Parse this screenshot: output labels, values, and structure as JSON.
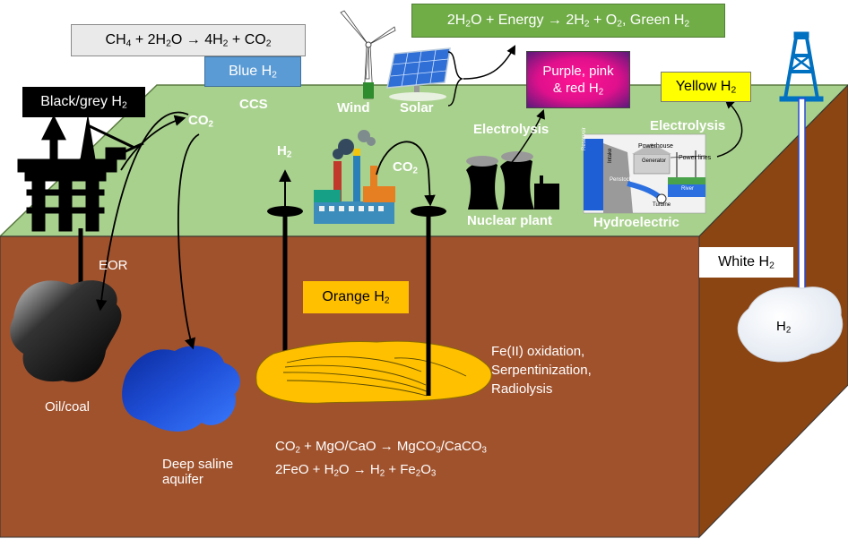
{
  "boxes": {
    "smr": {
      "html": "CH<sub>4</sub> + 2H<sub>2</sub>O → 4H<sub>2</sub> + CO<sub>2</sub>",
      "bg": "#EAEAEA"
    },
    "blue": {
      "html": "Blue H<sub>2</sub>",
      "bg": "#5B9BD5"
    },
    "black": {
      "html": "Black/grey H<sub>2</sub>",
      "bg": "#000000"
    },
    "green": {
      "html": "2H<sub>2</sub>O + Energy → 2H<sub>2</sub> + O<sub>2</sub>, Green H<sub>2</sub>",
      "bg": "#70AD47"
    },
    "purple": {
      "html": "Purple, pink<br>&amp; red H<sub>2</sub>"
    },
    "yellow": {
      "html": "Yellow H<sub>2</sub>",
      "bg": "#FFFF00"
    },
    "white": {
      "html": "White H<sub>2</sub>",
      "bg": "#FFFFFF"
    },
    "orange": {
      "html": "Orange H<sub>2</sub>",
      "bg": "#FFC000"
    }
  },
  "labels": {
    "ccs": "CCS",
    "wind": "Wind",
    "solar": "Solar",
    "co2_top": "CO<sub>2</sub>",
    "h2_well": "H<sub>2</sub>",
    "co2_factory": "CO<sub>2</sub>",
    "electrolysis_1": "Electrolysis",
    "electrolysis_2": "Electrolysis",
    "nuclear": "Nuclear plant",
    "hydro": "Hydroelectric",
    "eor": "EOR",
    "oil_coal": "Oil/coal",
    "aquifer": "Deep saline<br>aquifer",
    "reactions": "Fe(II) oxidation,<br>Serpentinization,<br>Radiolysis",
    "eq1": "CO<sub>2</sub> + MgO/CaO → MgCO<sub>3</sub>/CaCO<sub>3</sub>",
    "eq2": "2FeO + H<sub>2</sub>O → H<sub>2</sub> + Fe<sub>2</sub>O<sub>3</sub>",
    "h2_pocket": "H<sub>2</sub>"
  },
  "hydro_small_labels": {
    "powerhouse": "Powerhouse",
    "generator": "Generator",
    "power_lines": "Power lines",
    "penstock": "Penstock",
    "turbine": "Turbine",
    "river": "River",
    "reservoir": "Reservoir",
    "intake": "Intake"
  },
  "colors": {
    "surface_green": "#A9D18E",
    "earth_front": "#A0522D",
    "earth_side": "#8B4513",
    "orange_body": "#FFC000",
    "aquifer_blue": "#1F4FD8",
    "derrick_blue": "#0070C0"
  }
}
